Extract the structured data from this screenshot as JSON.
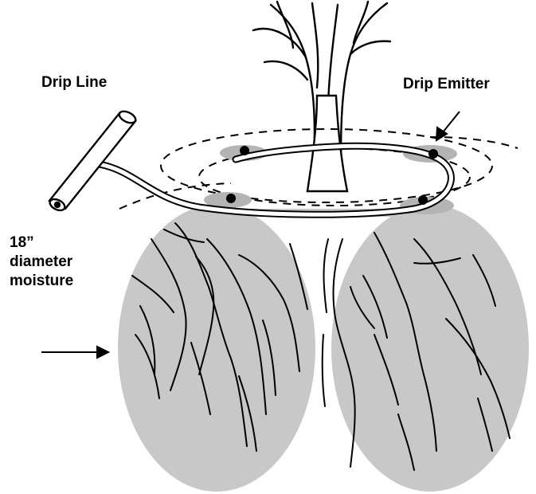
{
  "labels": {
    "drip_line": "Drip Line",
    "drip_emitter": "Drip Emitter",
    "moisture_line1": "18”",
    "moisture_line2": "diameter",
    "moisture_line3": "moisture"
  },
  "colors": {
    "moisture_zone": "#c8c8c8",
    "emitter_shadow": "#b4b4b4",
    "ink": "#000000",
    "background": "#ffffff"
  }
}
